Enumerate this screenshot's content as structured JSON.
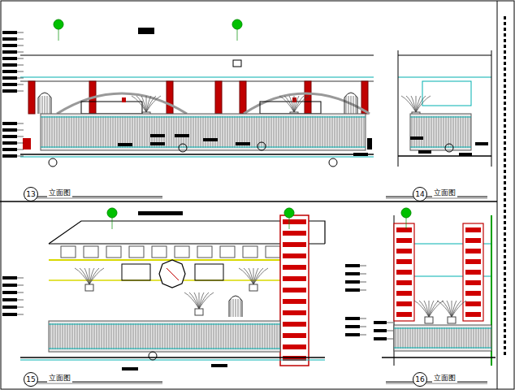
{
  "diagram": {
    "nodes": [
      {
        "text": [
          "13"
        ]
      },
      {
        "text": [
          "14"
        ]
      },
      {
        "text": [
          "15"
        ]
      },
      {
        "text": [
          "16"
        ]
      }
    ],
    "labels": [
      "立面图",
      "立面图",
      "立面图",
      "立面图"
    ]
  }
}
